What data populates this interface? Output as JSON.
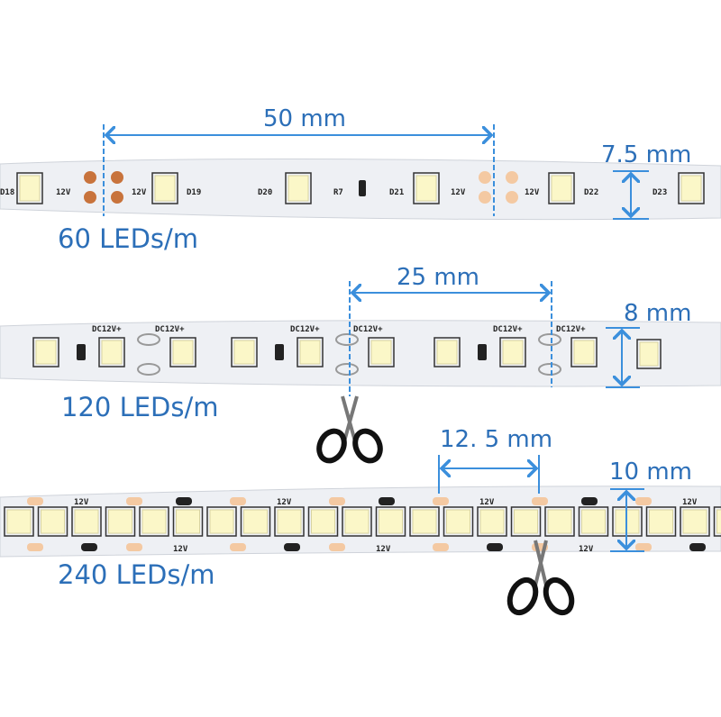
{
  "colors": {
    "dimension": "#3b8fdc",
    "label": "#2c6fb8",
    "strip": "#eef0f4",
    "led": "#fbf7c8",
    "pad": "#c8733c",
    "pad_light": "#f4c9a2",
    "resistor": "#222222"
  },
  "strips": [
    {
      "density_label": "60 LEDs/m",
      "spacing_label": "50 mm",
      "width_label": "7.5 mm",
      "chip_labels": [
        "D18",
        "12V",
        "12V",
        "D19",
        "D20",
        "R7",
        "D21",
        "12V",
        "12V",
        "D22",
        "D23"
      ],
      "plus": "+",
      "minus": "-"
    },
    {
      "density_label": "120 LEDs/m",
      "spacing_label": "25 mm",
      "width_label": "8 mm",
      "chip_labels": [
        "DC12V+",
        "DC12V+"
      ]
    },
    {
      "density_label": "240 LEDs/m",
      "spacing_label": "12. 5 mm",
      "width_label": "10 mm",
      "chip_labels": [
        "12V"
      ]
    }
  ],
  "icons": [
    "scissors-icon",
    "dimension-arrow-icon"
  ]
}
